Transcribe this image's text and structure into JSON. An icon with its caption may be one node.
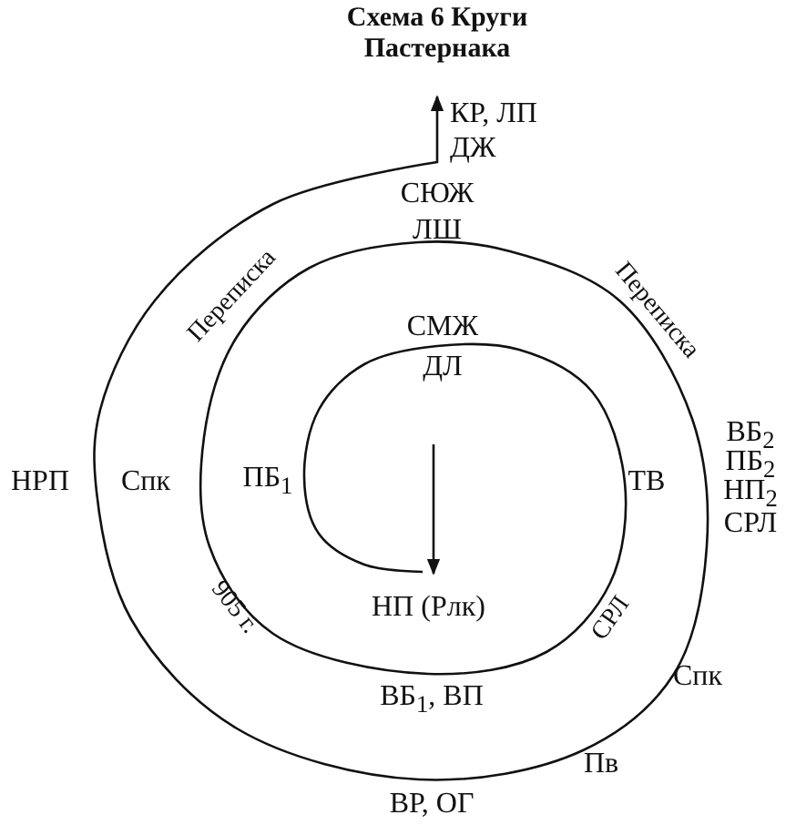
{
  "diagram": {
    "title": "Схема 6 Круги Пастернака",
    "nodes": [
      {
        "text": [
          "КР, ЛП ДЖ"
        ]
      },
      {
        "text": [
          "НП (Рлк)"
        ]
      }
    ],
    "edges": [
      {
        "from": 1,
        "to": 0,
        "arrow": "to"
      },
      {
        "from": null,
        "to": 1,
        "arrow": "to"
      }
    ],
    "labels": [
      "СЮЖ",
      "ЛШ",
      "Переписка",
      "Переписка",
      "СМЖ",
      "ДЛ",
      "НРП",
      "Спк",
      "ПБ$_{1}$",
      "ТВ",
      "ВБ$_{2}$",
      "ПБ$_{2}$",
      "НП$_{2}$",
      "СРЛ",
      "905 г.",
      "СРЛ",
      "Спк",
      "ВБ$_{1}$, ВП",
      "Пв",
      "ВР, ОГ"
    ]
  }
}
